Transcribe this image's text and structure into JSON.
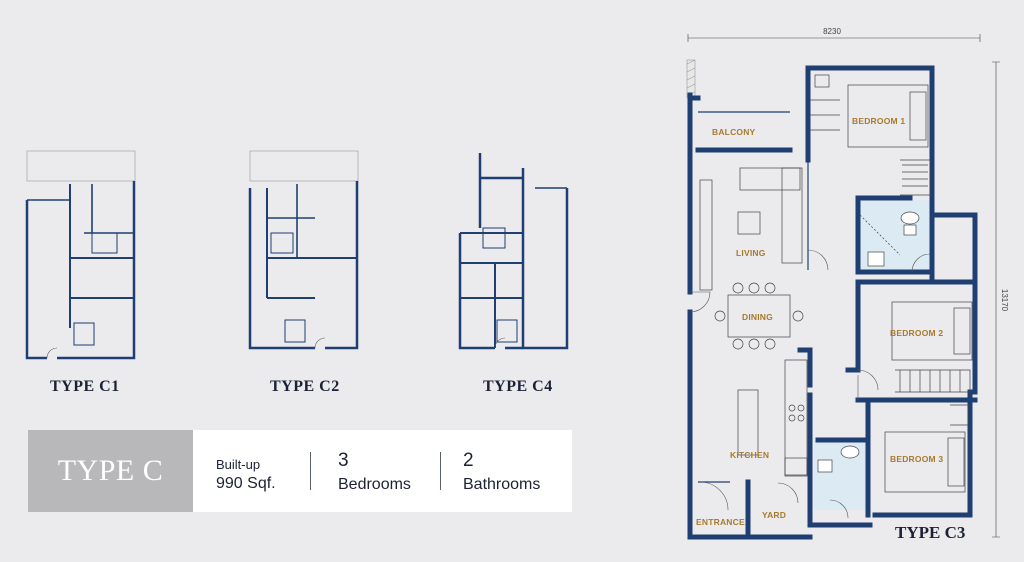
{
  "thumbnails": [
    {
      "label": "TYPE C1"
    },
    {
      "label": "TYPE C2"
    },
    {
      "label": "TYPE C4"
    }
  ],
  "info": {
    "type": "TYPE C",
    "builtup_label": "Built-up",
    "builtup_value": "990 Sqf.",
    "bedrooms_count": "3",
    "bedrooms_label": "Bedrooms",
    "bathrooms_count": "2",
    "bathrooms_label": "Bathrooms"
  },
  "plan": {
    "title": "TYPE C3",
    "dim_width": "8230",
    "dim_height": "13170",
    "rooms": {
      "balcony": "BALCONY",
      "bedroom1": "BEDROOM 1",
      "living": "LIVING",
      "dining": "DINING",
      "bedroom2": "BEDROOM 2",
      "kitchen": "KITCHEN",
      "bedroom3": "BEDROOM 3",
      "entrance": "ENTRANCE",
      "yard": "YARD"
    }
  },
  "colors": {
    "wall": "#1f3f73",
    "text_gold": "#a77a2c",
    "tile": "#dceaf3"
  }
}
